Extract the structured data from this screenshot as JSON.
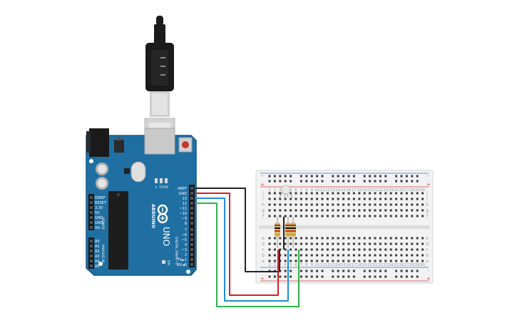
{
  "board": {
    "brand": "ARDUINO",
    "model": "UNO",
    "digital_header_title": "DIGITAL (PWM ~)",
    "power_header_title": "POWER",
    "analog_header_title": "ANALOG IN",
    "on_label": "ON",
    "tx_label": "TX",
    "rx_label": "RX",
    "l_label": "L",
    "top_header_labels": [
      "AREF",
      "GND",
      "13",
      "12",
      "~11",
      "~10",
      "~9",
      "8"
    ],
    "lower_header_labels": [
      "7",
      "~6",
      "~5",
      "4",
      "~3",
      "2",
      "TX►1",
      "RX◄0"
    ],
    "power_labels": [
      "IOREF",
      "RESET",
      "3.3V",
      "5V",
      "GND",
      "GND",
      "Vin"
    ],
    "analog_labels": [
      "A0",
      "A1",
      "A2",
      "A3",
      "A4",
      "A5"
    ]
  },
  "breadboard": {
    "row_letters_top": [
      "j",
      "i",
      "h",
      "g",
      "f"
    ],
    "row_letters_bottom": [
      "e",
      "d",
      "c",
      "b",
      "a"
    ],
    "rail_minus": "-",
    "rail_plus": "+",
    "column_numbers": [
      "1",
      "2",
      "3",
      "4",
      "5",
      "6",
      "7",
      "8",
      "9",
      "10",
      "11",
      "12",
      "13",
      "14",
      "15",
      "16",
      "17",
      "18",
      "19",
      "20",
      "21",
      "22",
      "23",
      "24",
      "25",
      "26",
      "27",
      "28",
      "29",
      "30"
    ]
  },
  "components": {
    "rgb_led": "rgb-led",
    "resistors": [
      "resistor-1",
      "resistor-2",
      "resistor-3"
    ]
  },
  "wires": [
    {
      "name": "wire-gnd",
      "from": "GND",
      "color": "#222222"
    },
    {
      "name": "wire-pin-13",
      "from": "13",
      "color": "#d0202a"
    },
    {
      "name": "wire-pin-12",
      "from": "12",
      "color": "#1f8fd6"
    },
    {
      "name": "wire-pin-11",
      "from": "~11",
      "color": "#2fb34a"
    }
  ],
  "colors": {
    "board_blue": "#1f6fa3",
    "board_blue_dark": "#185a86",
    "breadboard_body": "#f2f2f2",
    "rail_red": "#d33b3b",
    "rail_blue": "#3b6fd3"
  }
}
